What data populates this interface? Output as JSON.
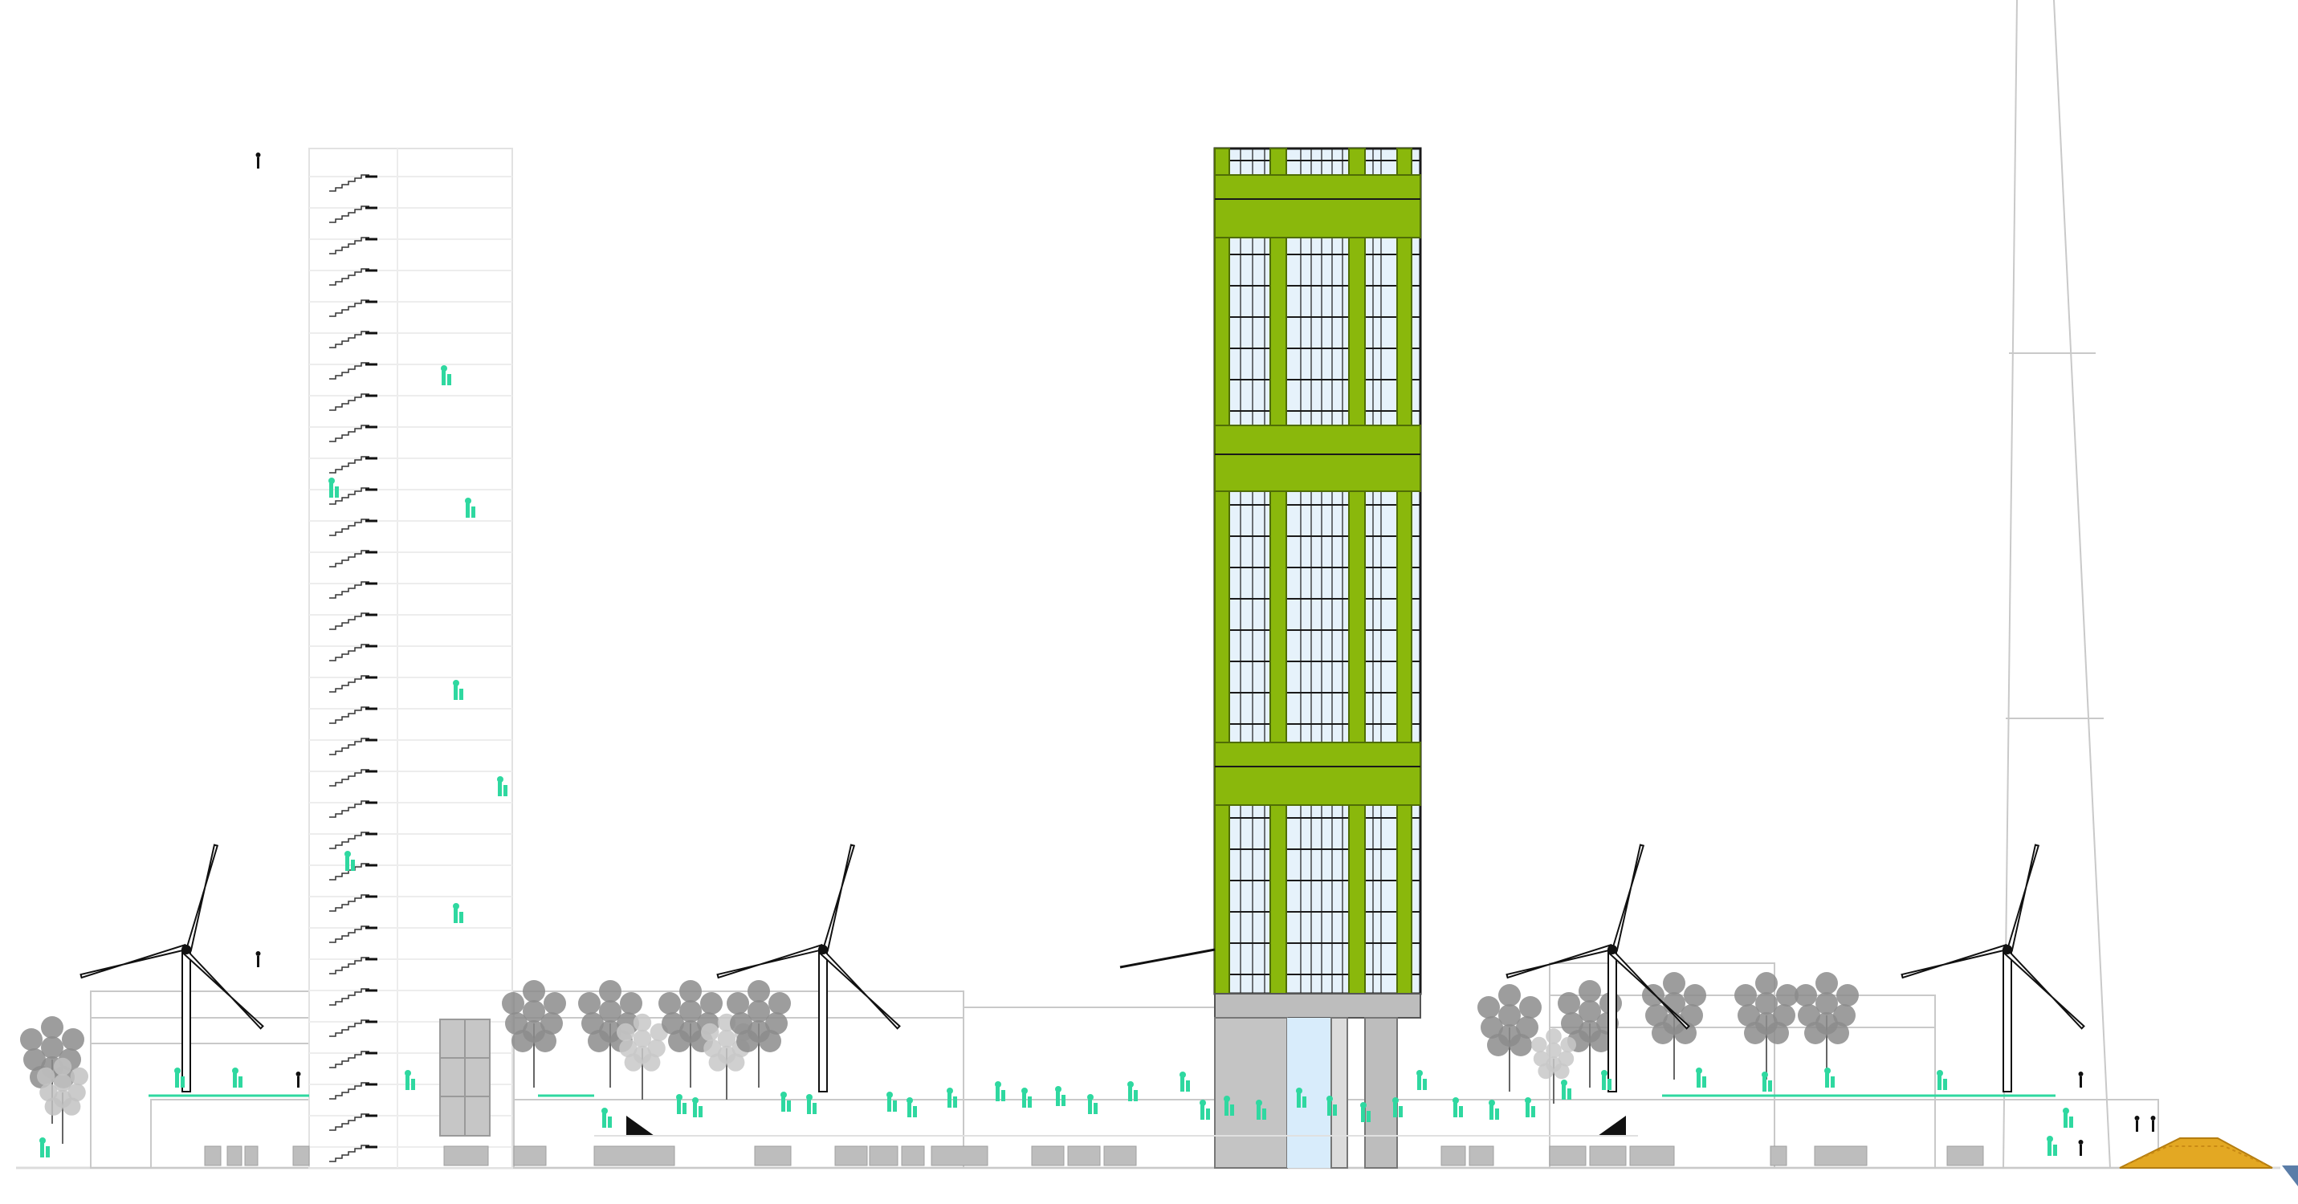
{
  "colors": {
    "facade_green": "#8ab80c",
    "facade_green_dark": "#6f9608",
    "glass": "#e6f2fb",
    "frame": "#1a1a1a",
    "grass": "#2fd8a0",
    "tree_grey": "#8c8c8c",
    "tree_light": "#c2c2c2",
    "outline": "#cfcfcf",
    "podium_grey": "#bdbdbd",
    "roof_yellow": "#e3a823"
  },
  "elements": {
    "tower": "green-facade-tower",
    "slab_building": "white-slab-building",
    "wind_turbines": 5,
    "trees": 14
  }
}
